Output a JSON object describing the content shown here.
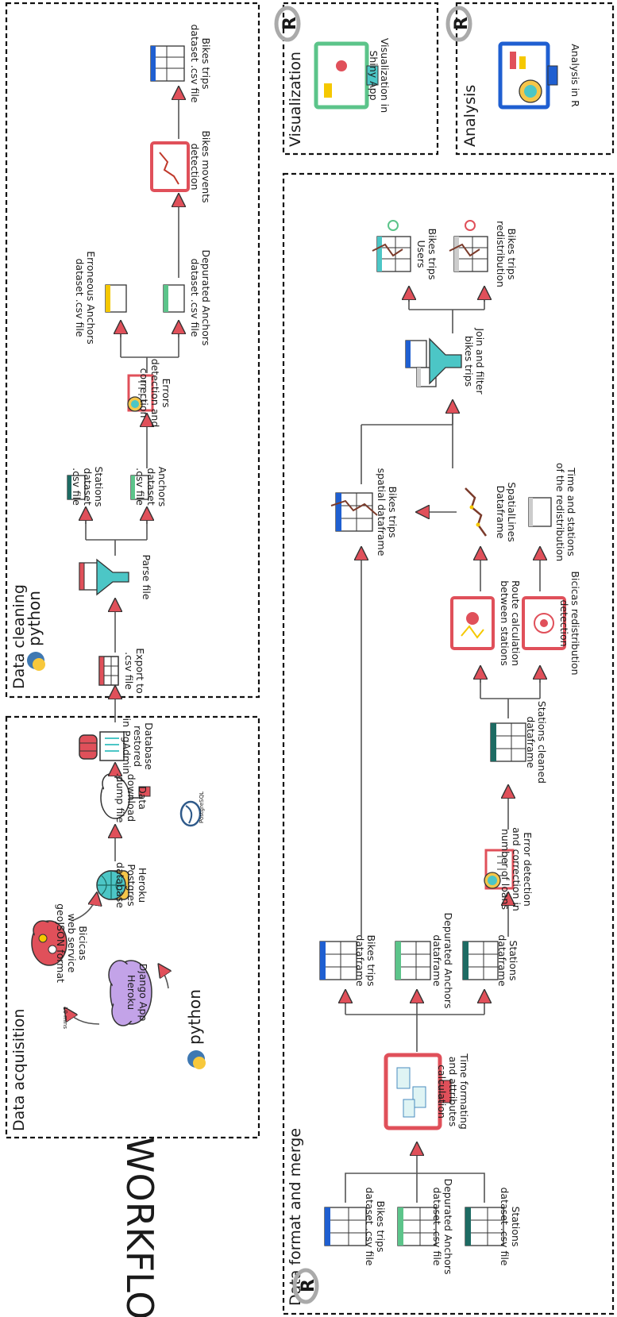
{
  "title": "WORKFLOW",
  "sections": {
    "acquisition": "Data acquisition",
    "cleaning": "Data cleaning",
    "format_merge": "Data format and merge",
    "visualization": "Visualization",
    "analysis": "Analysis"
  },
  "logos": {
    "python": "python",
    "python_tm": "™",
    "postgres": "PostgreSQL",
    "r": "R"
  },
  "acquisition": {
    "django": [
      "Django App",
      "Heroku"
    ],
    "bicicas": [
      "Bicicas",
      "web service",
      "geoJSON format"
    ],
    "heroku_db": [
      "Heroku",
      "Postgres",
      "database"
    ],
    "download": [
      "Data",
      "download",
      ".dump file"
    ],
    "restored": [
      "Database",
      "restored",
      "in PgAdmin"
    ],
    "cycle_note": "10 mins"
  },
  "cleaning": {
    "export": [
      "Export to",
      ".csv file"
    ],
    "parse": "Parse file",
    "stations_csv": [
      "Stations",
      "dataset",
      ".csv file"
    ],
    "anchors_csv": [
      "Anchors",
      "dataset",
      ".csv file"
    ],
    "errors": [
      "Errors",
      "detection and",
      "correction"
    ],
    "erroneous": [
      "Erroneous Anchors",
      "dataset .csv file"
    ],
    "depurated": [
      "Depurated Anchors",
      "dataset .csv file"
    ],
    "movements": [
      "Bikes movents",
      "detection"
    ],
    "trips_csv": [
      "Bikes trips",
      "dataset .csv file"
    ]
  },
  "merge": {
    "in_trips": [
      "Bikes trips",
      "dataset .csv file"
    ],
    "in_depurated": [
      "Depurated Anchors",
      "dataset .csv file"
    ],
    "in_stations": [
      "Stations",
      "dataset .csv file"
    ],
    "time_fmt": [
      "Time formating",
      "and attributes",
      "calculation"
    ],
    "df_trips": [
      "Bikes trips",
      "dataframe"
    ],
    "df_depurated": [
      "Depurated Anchors",
      "dataframe"
    ],
    "df_stations": [
      "Stations",
      "dataframe"
    ],
    "loans": [
      "Error detection",
      "and correction in",
      "number of loans"
    ],
    "stations_clean": [
      "Stations cleaned",
      "dataframe"
    ],
    "route": [
      "Route calculation",
      "between stations"
    ],
    "redistribution": [
      "Bicicas redistribution",
      "detection"
    ],
    "spatial_lines": [
      "SpatialLines",
      "Dataframe"
    ],
    "time_stations": [
      "Time and stations",
      "of the redistribution"
    ],
    "spatial_df": [
      "Bikes trips",
      "spatial dataframe"
    ],
    "join": [
      "Join and filter",
      "bikes trips"
    ],
    "users": [
      "Bikes trips",
      "Users"
    ],
    "redist": [
      "Bikes trips",
      "redistribution"
    ]
  },
  "visualization": {
    "label": [
      "Visualization in",
      "Shiny App"
    ]
  },
  "analysis": {
    "label": "Analysis in R"
  },
  "colors": {
    "blue": "#1f5fd1",
    "green": "#5cc48a",
    "teal": "#1d6b63",
    "red": "#e0505a",
    "yellow": "#f5c800",
    "purple": "#c3a3e8",
    "cyan": "#4cc6c6",
    "dash": "#111111"
  }
}
